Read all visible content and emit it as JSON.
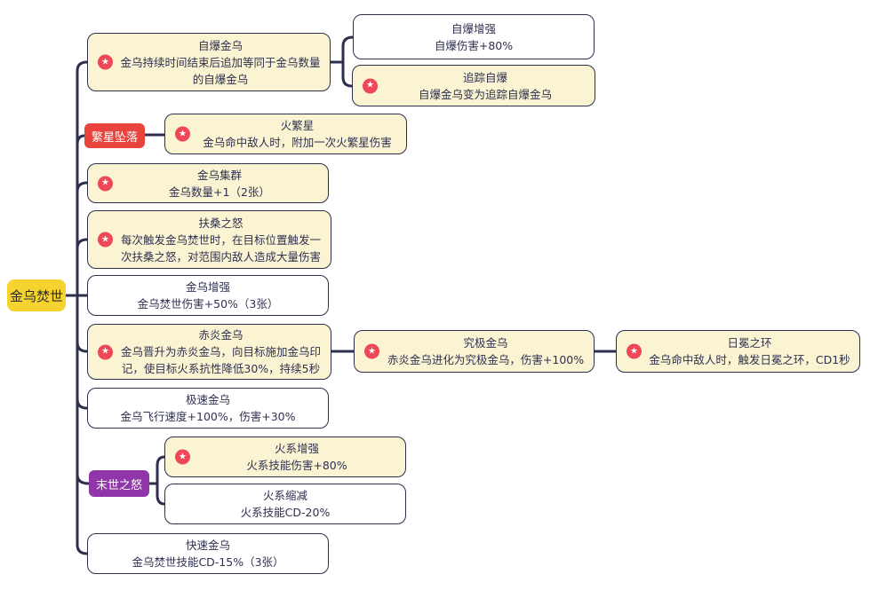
{
  "palette": {
    "line": "#2d2f4c",
    "node_border": "#2d2f4c",
    "yellow_node_bg": "#faf4d3",
    "white_node_bg": "#ffffff",
    "root_bg": "#f6d32e",
    "red_label_bg": "#e8433c",
    "purple_label_bg": "#9036a8",
    "star_badge_bg": "#ee4755",
    "text": "#2f3050"
  },
  "icons": {
    "star_glyph": "★"
  },
  "root": {
    "label": "金乌焚世"
  },
  "branch_labels": {
    "fanxing": "繁星坠落",
    "moshi": "末世之怒"
  },
  "nodes": {
    "zibao": {
      "title": "自爆金乌",
      "desc": "金乌持续时间结束后追加等同于金乌数量的自爆金乌",
      "starred": true
    },
    "zibao_zengqiang": {
      "title": "自爆增强",
      "desc": "自爆伤害+80%",
      "starred": false
    },
    "zhuizong_zibao": {
      "title": "追踪自爆",
      "desc": "自爆金乌变为追踪自爆金乌",
      "starred": true
    },
    "huofanxing": {
      "title": "火繁星",
      "desc": "金乌命中敌人时，附加一次火繁星伤害",
      "starred": true
    },
    "jiqun": {
      "title": "金乌集群",
      "desc": "金乌数量+1（2张）",
      "starred": true
    },
    "fusang": {
      "title": "扶桑之怒",
      "desc": "每次触发金乌焚世时，在目标位置触发一次扶桑之怒，对范围内敌人造成大量伤害",
      "starred": true
    },
    "zengqiang": {
      "title": "金乌增强",
      "desc": "金乌焚世伤害+50%（3张）",
      "starred": false
    },
    "chiyan": {
      "title": "赤炎金乌",
      "desc": "金乌晋升为赤炎金乌，向目标施加金乌印记，使目标火系抗性降低30%，持续5秒",
      "starred": true
    },
    "jiuji": {
      "title": "究极金乌",
      "desc": "赤炎金乌进化为究极金乌，伤害+100%",
      "starred": true
    },
    "rimian": {
      "title": "日冕之环",
      "desc": "金乌命中敌人时，触发日冕之环，CD1秒",
      "starred": true
    },
    "jisu": {
      "title": "极速金乌",
      "desc": "金乌飞行速度+100%，伤害+30%",
      "starred": false
    },
    "huoxi_zengqiang": {
      "title": "火系增强",
      "desc": "火系技能伤害+80%",
      "starred": true
    },
    "huoxi_suojian": {
      "title": "火系缩减",
      "desc": "火系技能CD-20%",
      "starred": false
    },
    "kuaisu": {
      "title": "快速金乌",
      "desc": "金乌焚世技能CD-15%（3张）",
      "starred": false
    }
  },
  "edges": [
    [
      "root",
      "zibao"
    ],
    [
      "zibao",
      "zibao_zengqiang"
    ],
    [
      "zibao",
      "zhuizong_zibao"
    ],
    [
      "root",
      "fanxing"
    ],
    [
      "fanxing",
      "huofanxing"
    ],
    [
      "root",
      "jiqun"
    ],
    [
      "root",
      "fusang"
    ],
    [
      "root",
      "zengqiang"
    ],
    [
      "root",
      "chiyan"
    ],
    [
      "chiyan",
      "jiuji"
    ],
    [
      "jiuji",
      "rimian"
    ],
    [
      "root",
      "jisu"
    ],
    [
      "root",
      "moshi"
    ],
    [
      "moshi",
      "huoxi_zengqiang"
    ],
    [
      "moshi",
      "huoxi_suojian"
    ],
    [
      "root",
      "kuaisu"
    ]
  ]
}
